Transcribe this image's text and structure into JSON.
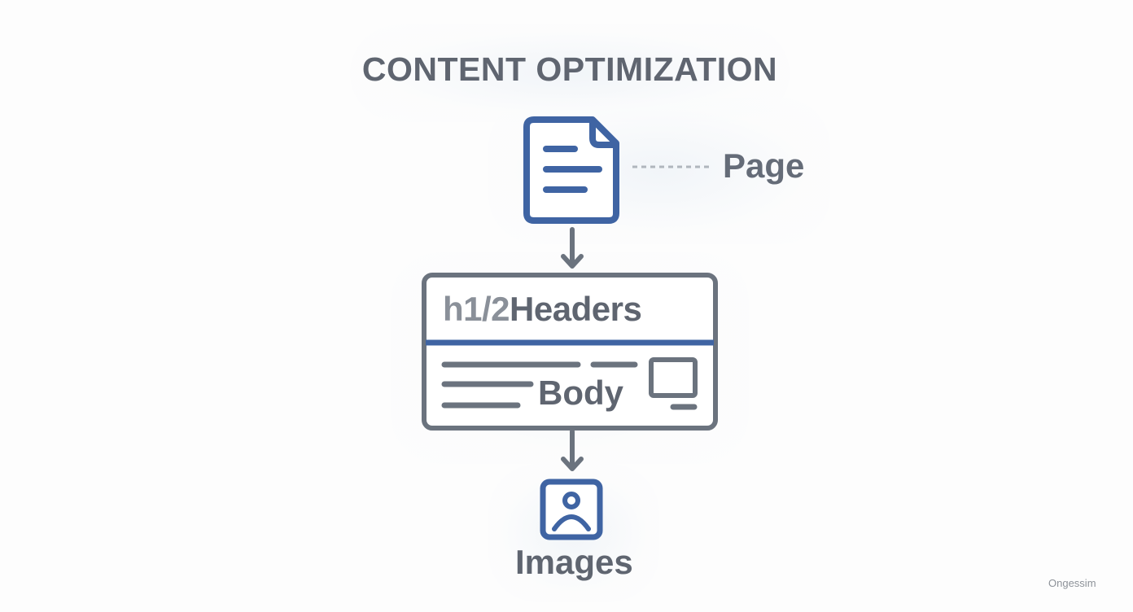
{
  "diagram": {
    "title": "CONTENT OPTIMIZATION",
    "nodes": [
      {
        "id": "page",
        "label": "Page",
        "icon": "document-icon"
      },
      {
        "id": "headers",
        "tag": "h1/2",
        "label": "Headers"
      },
      {
        "id": "body",
        "label": "Body",
        "icon": "monitor-icon"
      },
      {
        "id": "images",
        "label": "Images",
        "icon": "user-image-icon"
      }
    ],
    "edges": [
      {
        "from": "page",
        "to": "headers",
        "style": "arrow"
      },
      {
        "from": "body",
        "to": "images",
        "style": "arrow"
      },
      {
        "from": "page-icon",
        "to": "page-label",
        "style": "dashed"
      }
    ],
    "watermark": "Ongessim",
    "colors": {
      "blue": "#3f64a3",
      "gray": "#6b737e",
      "text": "#5f6570",
      "background": "#fdfdfd"
    }
  }
}
